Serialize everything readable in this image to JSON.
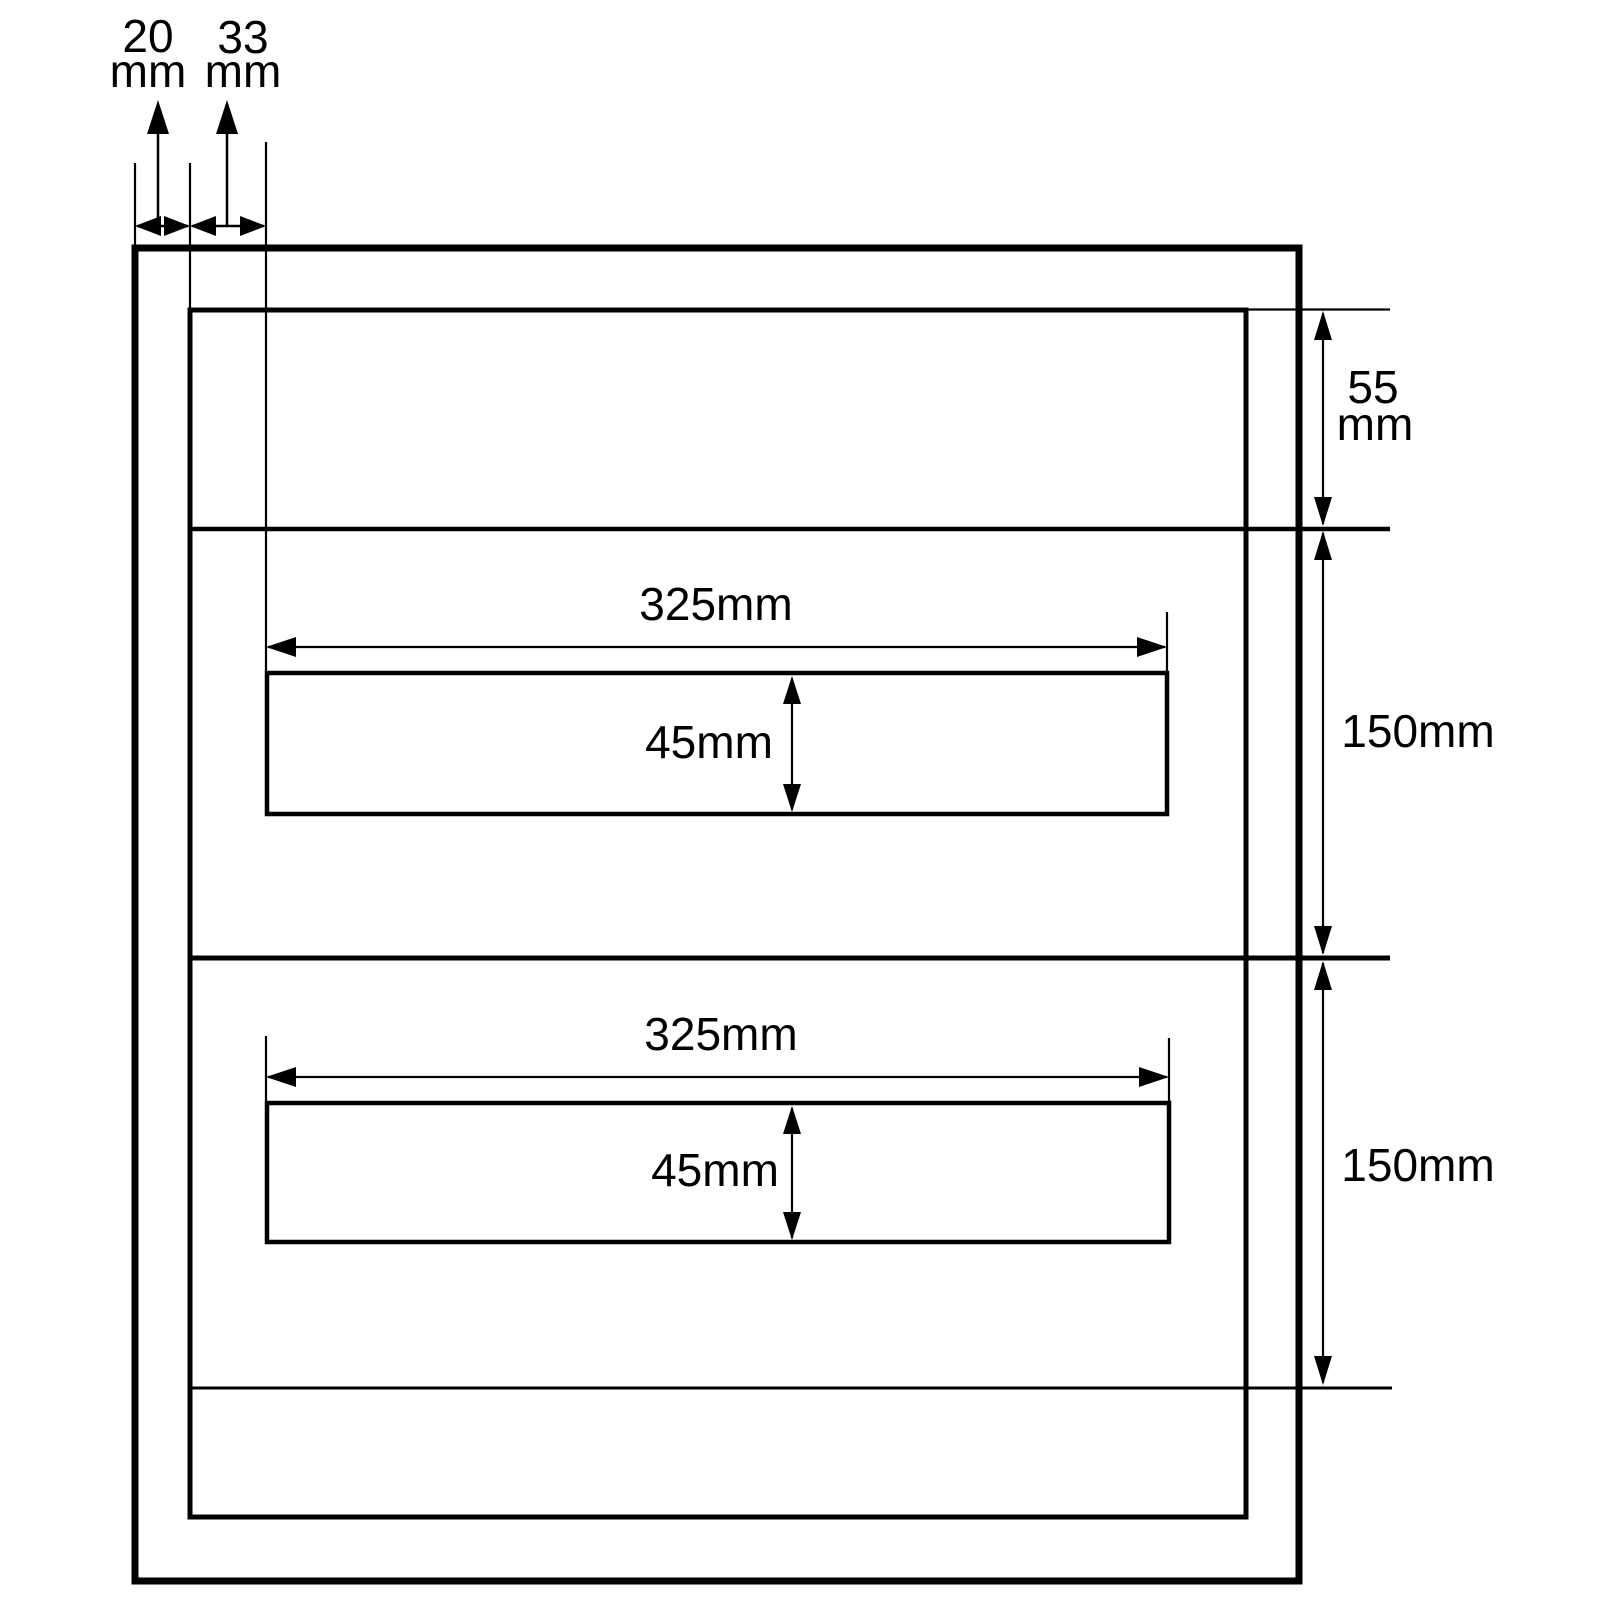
{
  "drawing": {
    "unit": "mm",
    "labels": {
      "offset_outer": {
        "value": "20",
        "unit": "mm"
      },
      "offset_inner": {
        "value": "33",
        "unit": "mm"
      },
      "top_section": {
        "value": "55",
        "unit": "mm"
      },
      "upper_section_height": "150mm",
      "lower_section_height": "150mm",
      "slot1_width": "325mm",
      "slot1_height": "45mm",
      "slot2_width": "325mm",
      "slot2_height": "45mm"
    },
    "colors": {
      "line": "#000000",
      "background": "#ffffff"
    }
  }
}
